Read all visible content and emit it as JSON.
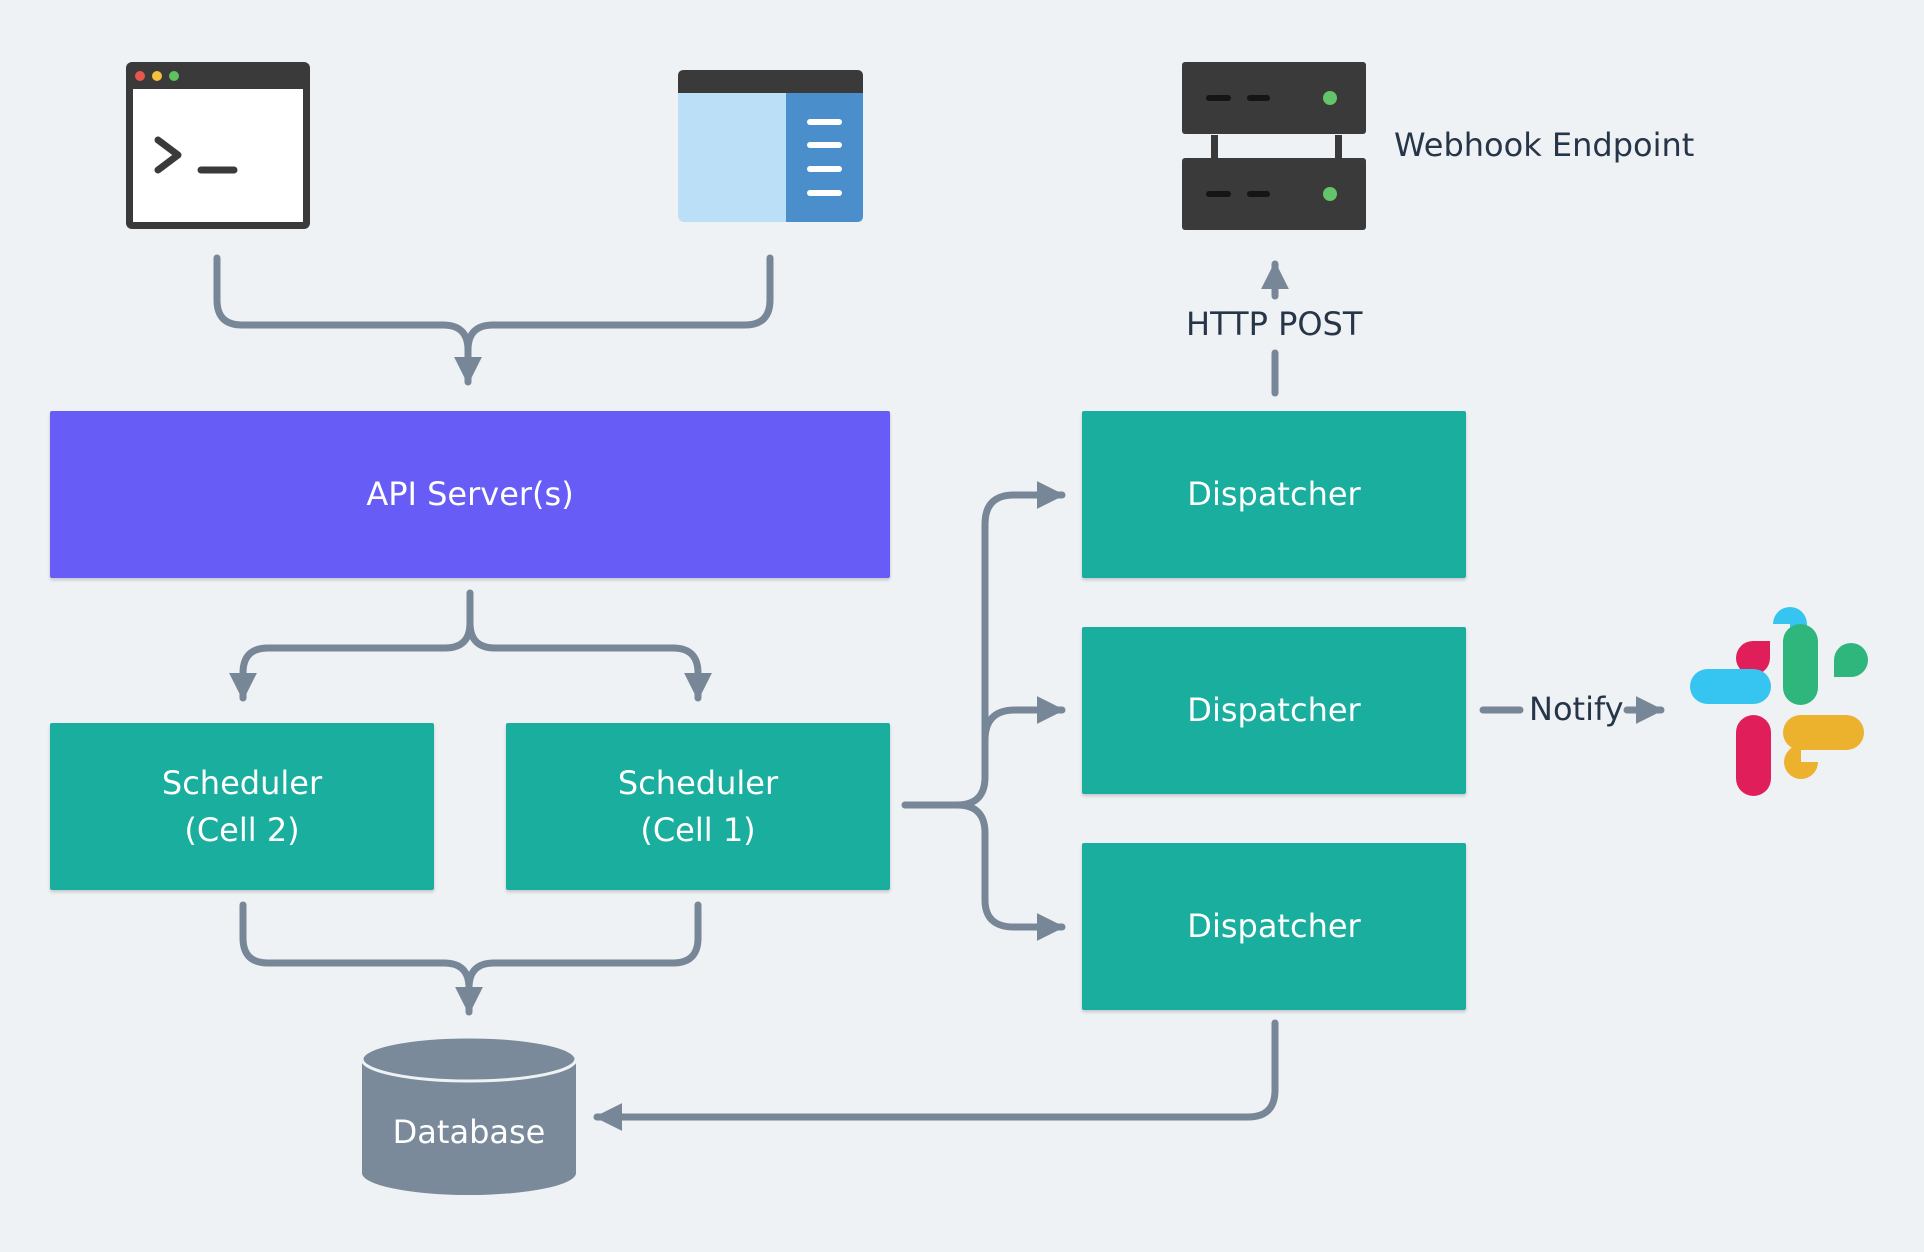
{
  "colors": {
    "background": "#eff2f5",
    "connector": "#778797",
    "api_server": "#675cf5",
    "component": "#1aae9e",
    "database": "#7a8a9a",
    "text_dark": "#263547",
    "text_light": "#ffffff"
  },
  "clients": {
    "terminal_icon": "terminal-window-icon",
    "dashboard_icon": "web-dashboard-icon"
  },
  "api": {
    "label": "API Server(s)"
  },
  "schedulers": [
    {
      "line1": "Scheduler",
      "line2": "(Cell 2)"
    },
    {
      "line1": "Scheduler",
      "line2": "(Cell 1)"
    }
  ],
  "database": {
    "label": "Database"
  },
  "dispatchers": [
    {
      "label": "Dispatcher"
    },
    {
      "label": "Dispatcher"
    },
    {
      "label": "Dispatcher"
    }
  ],
  "webhook": {
    "label": "Webhook Endpoint",
    "edge_label": "HTTP POST",
    "icon": "server-rack-icon"
  },
  "slack": {
    "edge_label": "Notify",
    "icon": "slack-logo-icon"
  }
}
